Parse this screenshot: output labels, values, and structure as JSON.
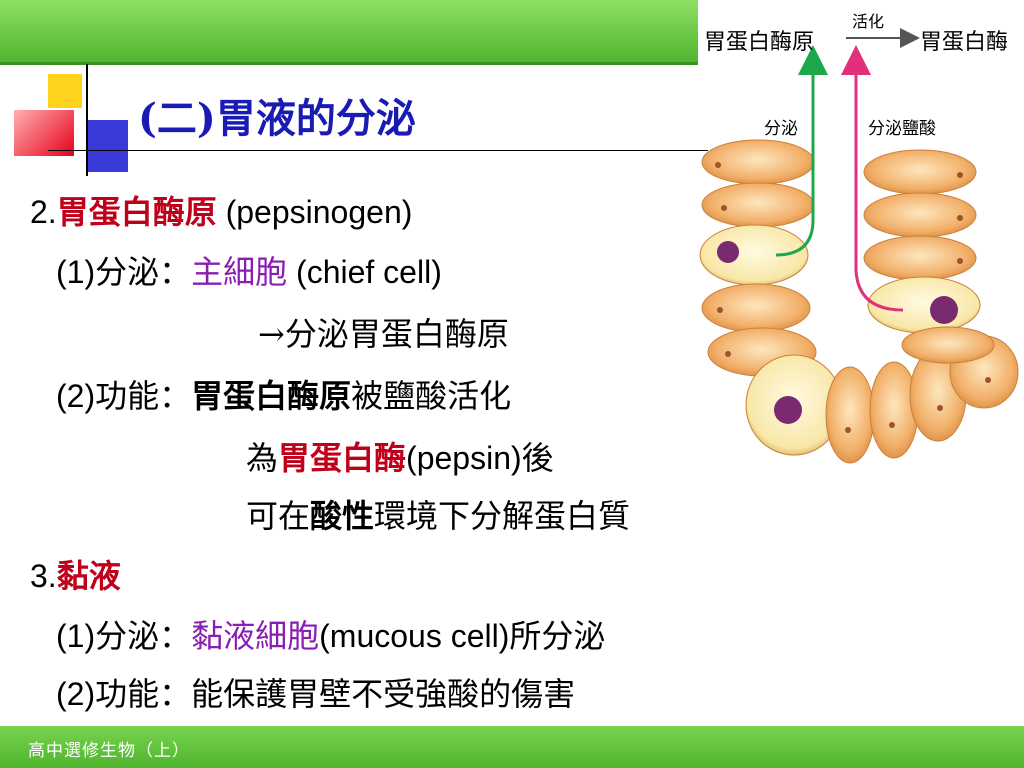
{
  "title": "(二)胃液的分泌",
  "footer": "高中選修生物（上）",
  "item2": {
    "num": "2.",
    "term": "胃蛋白酶原",
    "en": " (pepsinogen)",
    "sub1": {
      "num": "(1)",
      "label": "分泌：",
      "cell": "主細胞",
      "en": " (chief cell)"
    },
    "sub1_cont": "→分泌胃蛋白酶原",
    "sub2": {
      "num": "(2)",
      "label": "功能：",
      "term": "胃蛋白酶原",
      "rest": "被鹽酸活化"
    },
    "sub2_cont1": {
      "pre": "為",
      "term": "胃蛋白酶",
      "en": "(pepsin)",
      "post": "後"
    },
    "sub2_cont2": {
      "pre": "可在",
      "term": "酸性",
      "post": "環境下分解蛋白質"
    }
  },
  "item3": {
    "num": "3.",
    "term": "黏液",
    "sub1": {
      "num": "(1)",
      "label": "分泌：",
      "cell": "黏液細胞",
      "en": "(mucous cell)",
      "post": "所分泌"
    },
    "sub2": {
      "num": "(2)",
      "label": "功能：",
      "text": "能保護胃壁不受強酸的傷害"
    }
  },
  "diagram": {
    "left_top": "胃蛋白酶原",
    "arrow_label": "活化",
    "right_top": "胃蛋白酶",
    "secrete": "分泌",
    "secrete_acid": "分泌鹽酸",
    "colors": {
      "green_arrow": "#1fa84a",
      "pink_arrow": "#e0307a",
      "cell": "#f2b06a",
      "nucleus": "#7a2a6e"
    }
  }
}
